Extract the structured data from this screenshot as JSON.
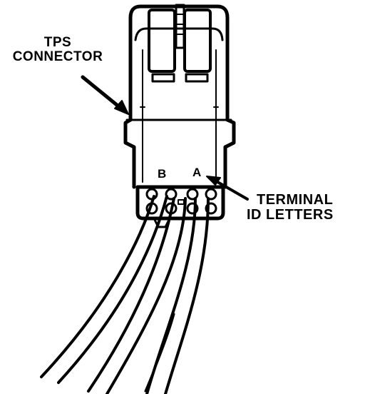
{
  "labels": {
    "connector_line1": "TPS",
    "connector_line2": "CONNECTOR",
    "terminal_line1": "TERMINAL",
    "terminal_line2": "ID LETTERS"
  },
  "pins": {
    "b": "B",
    "a": "A"
  },
  "colors": {
    "ink": "#000000",
    "paper": "#ffffff"
  }
}
